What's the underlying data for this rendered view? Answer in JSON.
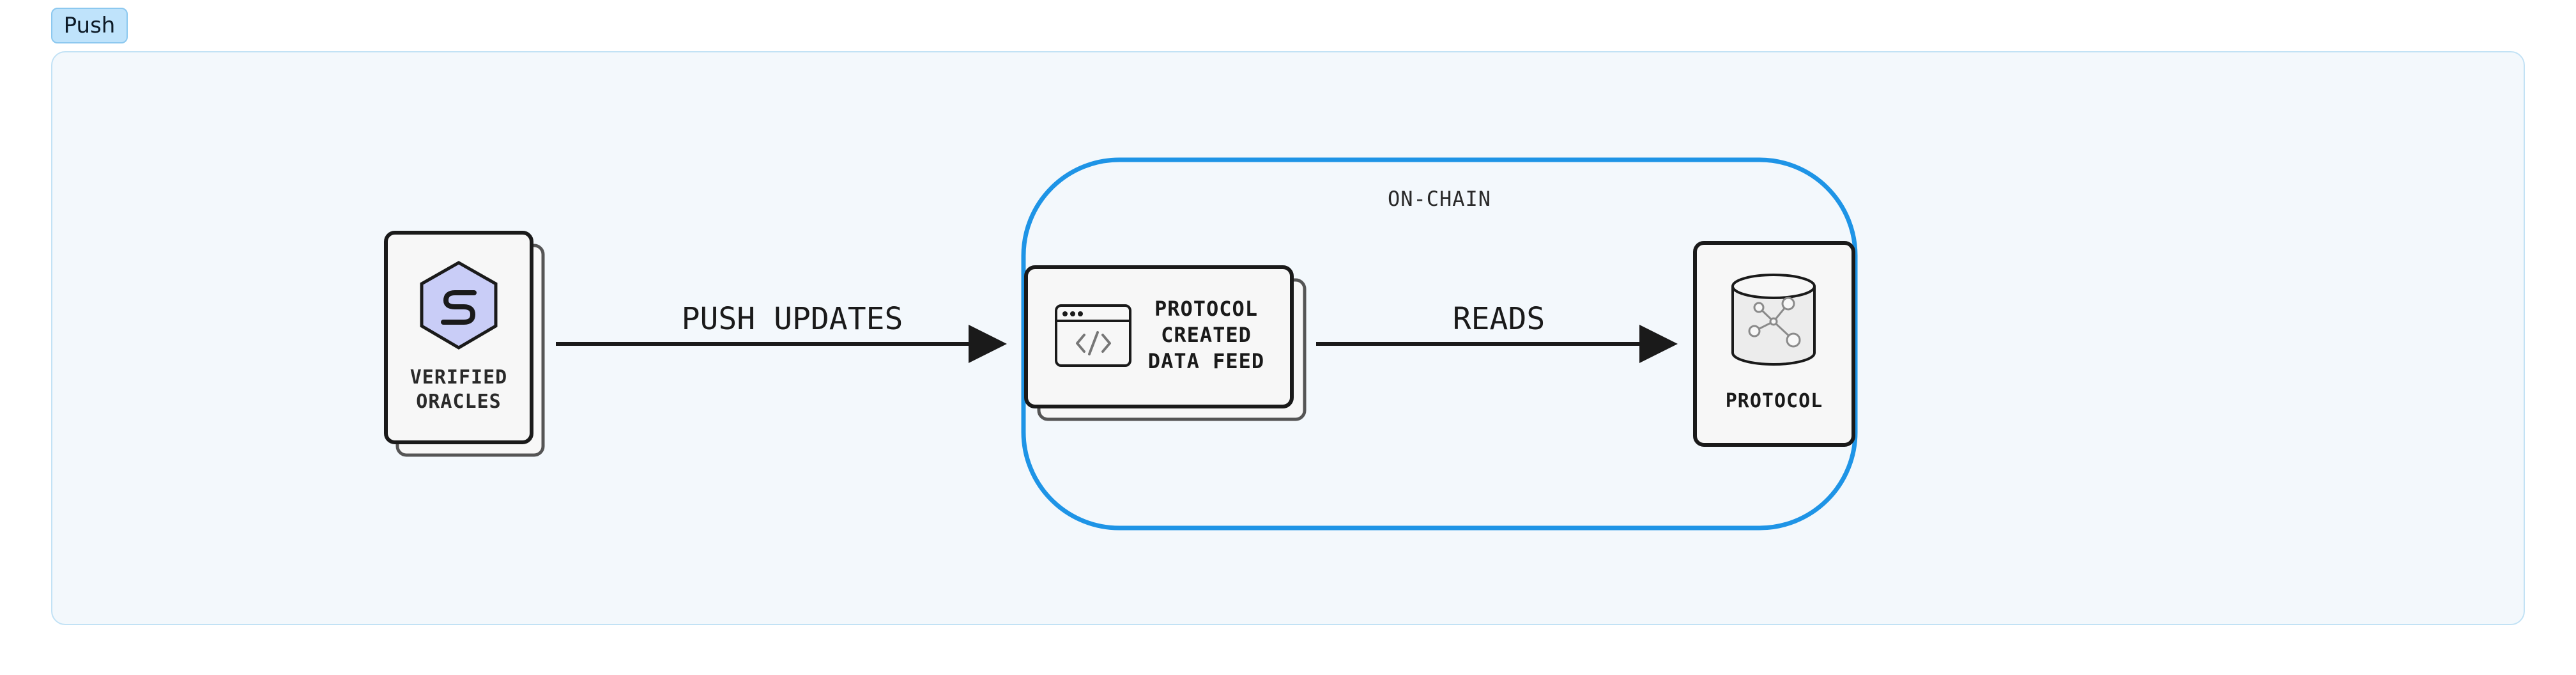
{
  "tab": {
    "label": "Push"
  },
  "diagram": {
    "nodes": {
      "oracles": {
        "label_line1": "VERIFIED",
        "label_line2": "ORACLES",
        "icon": "hexagon-logo-icon"
      },
      "feed": {
        "label_line1": "PROTOCOL",
        "label_line2": "CREATED",
        "label_line3": "DATA FEED",
        "icon": "code-window-icon"
      },
      "protocol": {
        "label": "PROTOCOL",
        "icon": "database-network-icon"
      }
    },
    "region": {
      "label": "ON-CHAIN"
    },
    "edges": {
      "push": {
        "label": "PUSH UPDATES"
      },
      "reads": {
        "label": "READS"
      }
    }
  },
  "colors": {
    "panel_background": "#f3f8fc",
    "panel_border": "#c2e2f5",
    "tab_background": "#bfe3fb",
    "onchain_border": "#1e94e6",
    "logo_fill": "#c9cdf7",
    "stroke": "#1a1a1a",
    "card_fill": "#f7f7f7"
  }
}
